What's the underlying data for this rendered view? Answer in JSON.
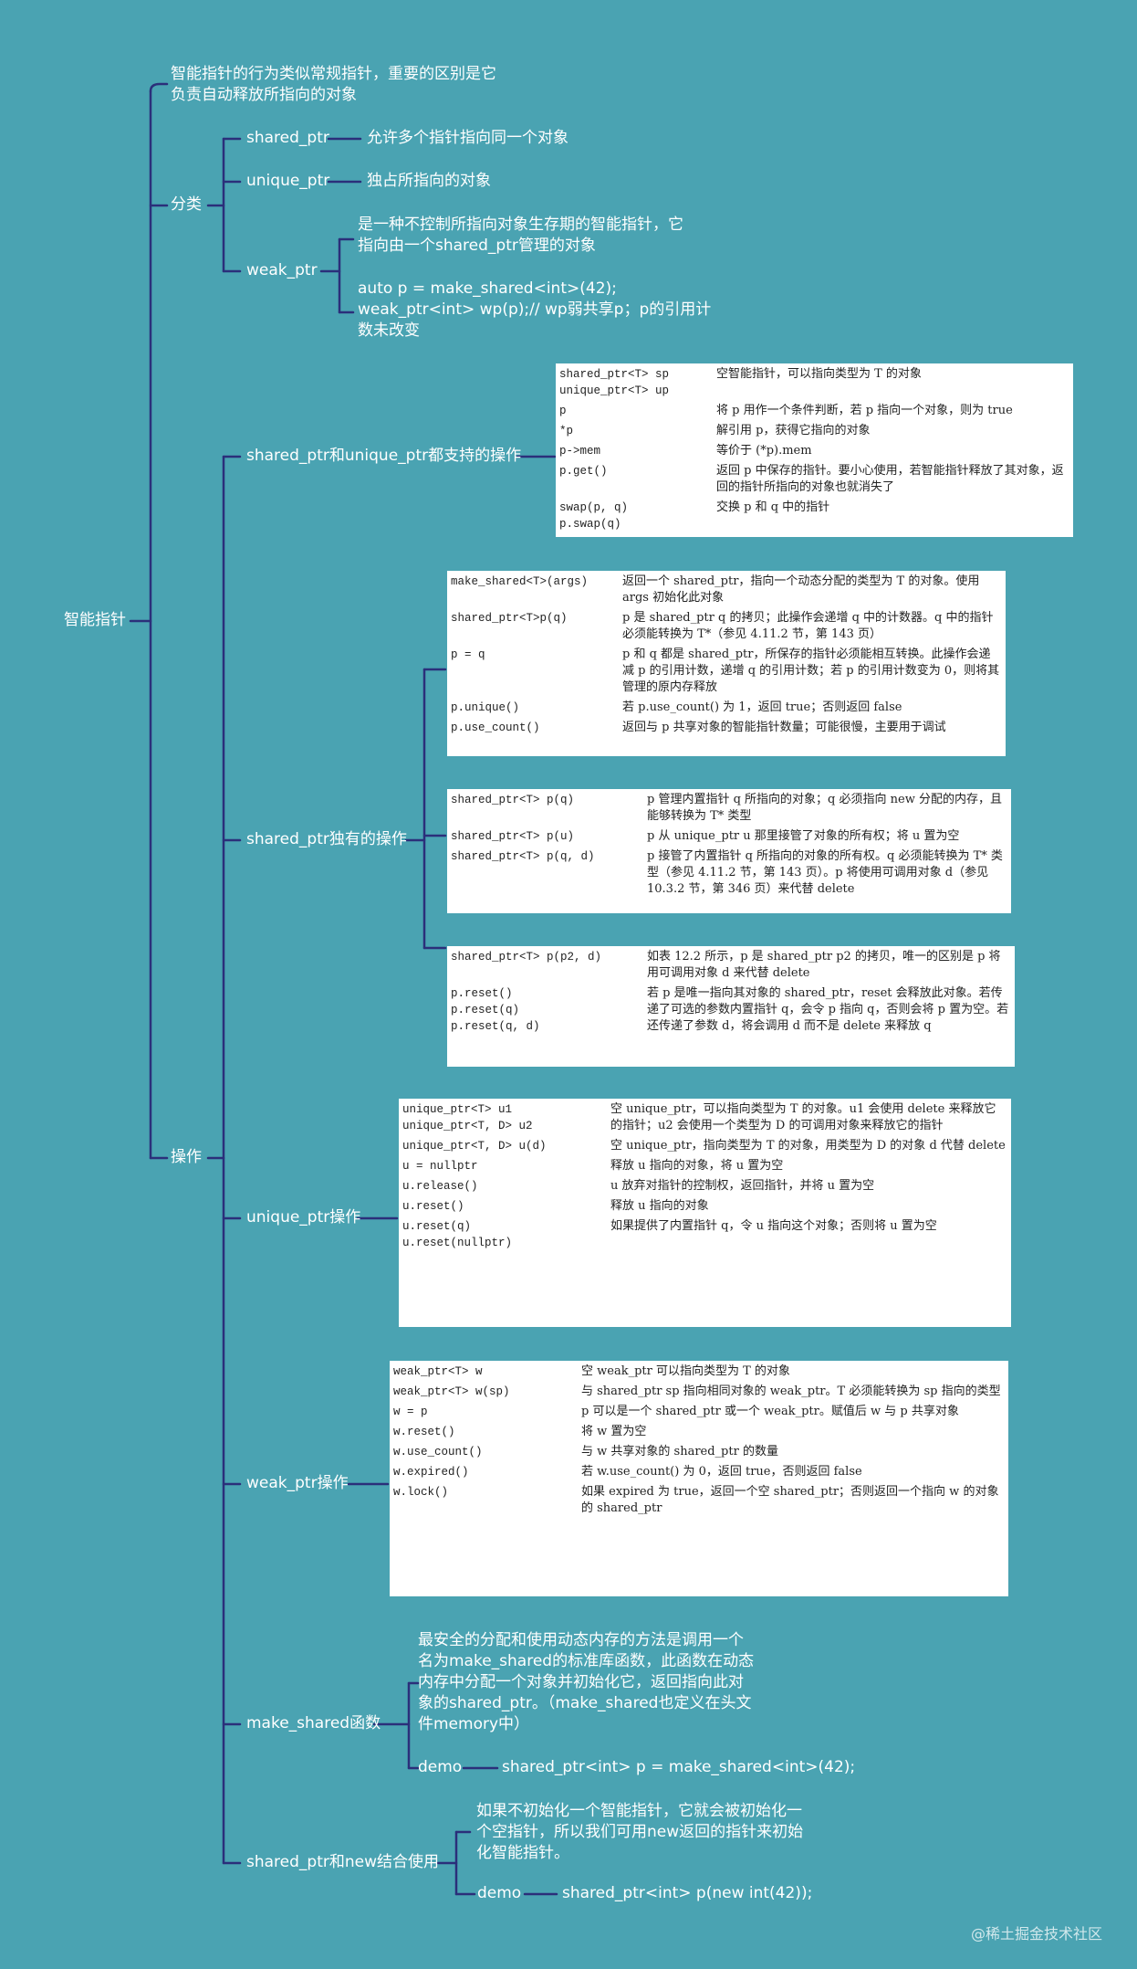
{
  "root": {
    "label": "智能指针"
  },
  "root_note": "智能指针的行为类似常规指针，重要的区别是它\n负责自动释放所指向的对象",
  "category": {
    "label": "分类",
    "items": [
      {
        "label": "shared_ptr",
        "desc": "允许多个指针指向同一个对象"
      },
      {
        "label": "unique_ptr",
        "desc": "独占所指向的对象"
      },
      {
        "label": "weak_ptr",
        "desc": "是一种不控制所指向对象生存期的智能指针，它\n指向由一个shared_ptr管理的对象",
        "example": "auto p = make_shared<int>(42);\nweak_ptr<int> wp(p);// wp弱共享p；p的引用计\n数未改变"
      }
    ]
  },
  "operations": {
    "label": "操作",
    "common": {
      "label": "shared_ptr和unique_ptr都支持的操作",
      "rows": [
        {
          "code": "shared_ptr<T> sp\nunique_ptr<T> up",
          "desc": "空智能指针，可以指向类型为 T 的对象"
        },
        {
          "code": "p",
          "desc": "将 p 用作一个条件判断，若 p 指向一个对象，则为 true"
        },
        {
          "code": "*p",
          "desc": "解引用 p，获得它指向的对象"
        },
        {
          "code": "p->mem",
          "desc": "等价于 (*p).mem"
        },
        {
          "code": "p.get()",
          "desc": "返回 p 中保存的指针。要小心使用，若智能指针释放了其对象，返回的指针所指向的对象也就消失了"
        },
        {
          "code": "swap(p, q)\np.swap(q)",
          "desc": "交换 p 和 q 中的指针"
        }
      ]
    },
    "shared_only": {
      "label": "shared_ptr独有的操作",
      "table1": [
        {
          "code": "make_shared<T>(args)",
          "desc": "返回一个 shared_ptr，指向一个动态分配的类型为 T 的对象。使用 args 初始化此对象"
        },
        {
          "code": "shared_ptr<T>p(q)",
          "desc": "p 是 shared_ptr q 的拷贝；此操作会递增 q 中的计数器。q 中的指针必须能转换为 T*（参见 4.11.2 节，第 143 页）"
        },
        {
          "code": "p = q",
          "desc": "p 和 q 都是 shared_ptr，所保存的指针必须能相互转换。此操作会递减 p 的引用计数，递增 q 的引用计数；若 p 的引用计数变为 0，则将其管理的原内存释放"
        },
        {
          "code": "p.unique()",
          "desc": "若 p.use_count() 为 1，返回 true；否则返回 false"
        },
        {
          "code": "p.use_count()",
          "desc": "返回与 p 共享对象的智能指针数量；可能很慢，主要用于调试"
        }
      ],
      "table2": [
        {
          "code": "shared_ptr<T> p(q)",
          "desc": "p 管理内置指针 q 所指向的对象；q 必须指向 new 分配的内存，且能够转换为 T* 类型"
        },
        {
          "code": "shared_ptr<T> p(u)",
          "desc": "p 从 unique_ptr u 那里接管了对象的所有权；将 u 置为空"
        },
        {
          "code": "shared_ptr<T> p(q, d)",
          "desc": "p 接管了内置指针 q 所指向的对象的所有权。q 必须能转换为 T* 类型（参见 4.11.2 节，第 143 页）。p 将使用可调用对象 d（参见 10.3.2 节，第 346 页）来代替 delete"
        }
      ],
      "table3": [
        {
          "code": "shared_ptr<T> p(p2, d)",
          "desc": "如表 12.2 所示，p 是 shared_ptr p2 的拷贝，唯一的区别是 p 将用可调用对象 d 来代替 delete"
        },
        {
          "code": "p.reset()\np.reset(q)\np.reset(q, d)",
          "desc": "若 p 是唯一指向其对象的 shared_ptr，reset 会释放此对象。若传递了可选的参数内置指针 q，会令 p 指向 q，否则会将 p 置为空。若还传递了参数 d，将会调用 d 而不是 delete 来释放 q"
        }
      ]
    },
    "unique_ops": {
      "label": "unique_ptr操作",
      "rows": [
        {
          "code": "unique_ptr<T> u1\nunique_ptr<T, D> u2",
          "desc": "空 unique_ptr，可以指向类型为 T 的对象。u1 会使用 delete 来释放它的指针；u2 会使用一个类型为 D 的可调用对象来释放它的指针"
        },
        {
          "code": "unique_ptr<T, D> u(d)",
          "desc": "空 unique_ptr，指向类型为 T 的对象，用类型为 D 的对象 d 代替 delete"
        },
        {
          "code": "u = nullptr",
          "desc": "释放 u 指向的对象，将 u 置为空"
        },
        {
          "code": "u.release()",
          "desc": "u 放弃对指针的控制权，返回指针，并将 u 置为空"
        },
        {
          "code": "u.reset()",
          "desc": "释放 u 指向的对象"
        },
        {
          "code": "u.reset(q)\nu.reset(nullptr)",
          "desc": "如果提供了内置指针 q，令 u 指向这个对象；否则将 u 置为空"
        }
      ]
    },
    "weak_ops": {
      "label": "weak_ptr操作",
      "rows": [
        {
          "code": "weak_ptr<T> w",
          "desc": "空 weak_ptr 可以指向类型为 T 的对象"
        },
        {
          "code": "weak_ptr<T> w(sp)",
          "desc": "与 shared_ptr sp 指向相同对象的 weak_ptr。T 必须能转换为 sp 指向的类型"
        },
        {
          "code": "w = p",
          "desc": "p 可以是一个 shared_ptr 或一个 weak_ptr。赋值后 w 与 p 共享对象"
        },
        {
          "code": "w.reset()",
          "desc": "将 w 置为空"
        },
        {
          "code": "w.use_count()",
          "desc": "与 w 共享对象的 shared_ptr 的数量"
        },
        {
          "code": "w.expired()",
          "desc": "若 w.use_count() 为 0，返回 true，否则返回 false"
        },
        {
          "code": "w.lock()",
          "desc": "如果 expired 为 true，返回一个空 shared_ptr；否则返回一个指向 w 的对象的 shared_ptr"
        }
      ]
    },
    "make_shared": {
      "label": "make_shared函数",
      "desc": "最安全的分配和使用动态内存的方法是调用一个\n名为make_shared的标准库函数，此函数在动态\n内存中分配一个对象并初始化它，返回指向此对\n象的shared_ptr。（make_shared也定义在头文\n件memory中）",
      "demo_label": "demo",
      "demo_code": "shared_ptr<int> p = make_shared<int>(42);"
    },
    "with_new": {
      "label": "shared_ptr和new结合使用",
      "desc": "如果不初始化一个智能指针，它就会被初始化一\n个空指针，所以我们可用new返回的指针来初始\n化智能指针。",
      "demo_label": "demo",
      "demo_code": "shared_ptr<int> p(new int(42));"
    }
  },
  "watermark": "@稀土掘金技术社区",
  "colors": {
    "background": "#4aa3b2",
    "line": "#2b2f7a",
    "card": "#ffffff"
  }
}
